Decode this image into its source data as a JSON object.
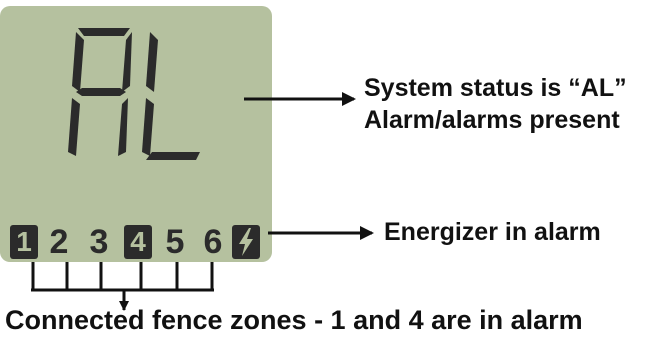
{
  "display": {
    "status_code": "AL",
    "zones": [
      {
        "number": "1",
        "alarm": true
      },
      {
        "number": "2",
        "alarm": false
      },
      {
        "number": "3",
        "alarm": false
      },
      {
        "number": "4",
        "alarm": true
      },
      {
        "number": "5",
        "alarm": false
      },
      {
        "number": "6",
        "alarm": false
      }
    ],
    "energizer_alarm": true,
    "energizer_icon": "lightning-bolt-icon",
    "colors": {
      "lcd_background": "#b5c19f",
      "segment": "#2b2b2b",
      "text": "#111111"
    }
  },
  "annotations": {
    "status_line1": "System status is “AL”",
    "status_line2": "Alarm/alarms present",
    "energizer": "Energizer in alarm",
    "zones": "Connected fence zones - 1 and 4 are in alarm"
  }
}
